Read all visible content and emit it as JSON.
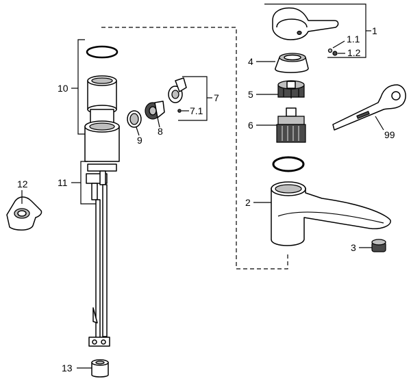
{
  "labels": {
    "p1": "1",
    "p1_1": "1.1",
    "p1_2": "1.2",
    "p2": "2",
    "p3": "3",
    "p4": "4",
    "p5": "5",
    "p6": "6",
    "p7": "7",
    "p7_1": "7.1",
    "p8": "8",
    "p9": "9",
    "p10": "10",
    "p11": "11",
    "p12": "12",
    "p13": "13",
    "p99": "99"
  }
}
